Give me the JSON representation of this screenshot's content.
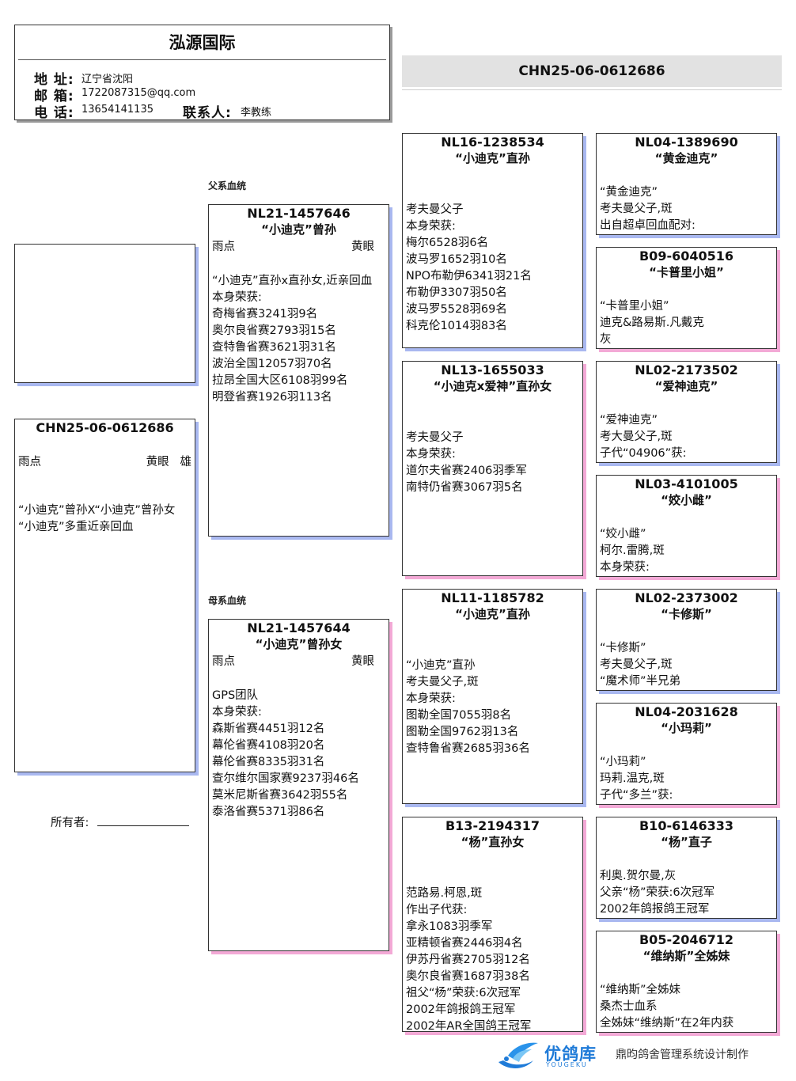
{
  "header": {
    "title": "泓源国际",
    "address_label": "地 址:",
    "address": "辽宁省沈阳",
    "email_label": "邮 箱:",
    "email": "1722087315@qq.com",
    "phone_label": "电 话:",
    "phone": "13654141135",
    "contact_label": "联系人:",
    "contact": "李教练"
  },
  "banner_id": "CHN25-06-0612686",
  "subject": {
    "ring": "CHN25-06-0612686",
    "color": "雨点",
    "eye": "黄眼",
    "sex": "雄",
    "lines": [
      "“小迪克”曾孙X“小迪克”曾孙女",
      "“小迪克”多重近亲回血"
    ]
  },
  "owner_label": "所有者:",
  "sections": {
    "sire_label": "父系血统",
    "dam_label": "母系血统"
  },
  "sire": {
    "ring": "NL21-1457646",
    "name": "“小迪克”曾孙",
    "color": "雨点",
    "eye": "黄眼",
    "lines": [
      "“小迪克”直孙x直孙女,近亲回血",
      "本身荣获:",
      "奇梅省赛3241羽9名",
      "奥尔良省赛2793羽15名",
      "查特鲁省赛3621羽31名",
      "波治全国12057羽70名",
      "拉昂全国大区6108羽99名",
      "明登省赛1926羽113名"
    ]
  },
  "dam": {
    "ring": "NL21-1457644",
    "name": "“小迪克”曾孙女",
    "color": "雨点",
    "eye": "黄眼",
    "lines": [
      "GPS团队",
      "本身荣获:",
      "森斯省赛4451羽12名",
      "幕伦省赛4108羽20名",
      "幕伦省赛8335羽31名",
      "查尔维尔国家赛9237羽46名",
      "莫米尼斯省赛3642羽55名",
      "泰洛省赛5371羽86名"
    ]
  },
  "grandparents": [
    {
      "ring": "NL16-1238534",
      "name": "“小迪克”直孙",
      "lines": [
        "考夫曼父子",
        "本身荣获:",
        "梅尔6528羽6名",
        "波马罗1652羽10名",
        "NPO布勒伊6341羽21名",
        "布勒伊3307羽50名",
        "波马罗5528羽69名",
        "科克伦1014羽83名"
      ]
    },
    {
      "ring": "NL13-1655033",
      "name": "“小迪克x爱神”直孙女",
      "lines": [
        "考夫曼父子",
        "本身荣获:",
        "道尔夫省赛2406羽季军",
        "南特仍省赛3067羽5名"
      ]
    },
    {
      "ring": "NL11-1185782",
      "name": "“小迪克”直孙",
      "lines": [
        "“小迪克”直孙",
        "考夫曼父子,斑",
        "本身荣获:",
        "图勒全国7055羽8名",
        "图勒全国9762羽13名",
        "查特鲁省赛2685羽36名"
      ]
    },
    {
      "ring": "B13-2194317",
      "name": "“杨”直孙女",
      "lines": [
        "范路易.柯恩,斑",
        "作出子代获:",
        "拿永1083羽季军",
        "亚精顿省赛2446羽4名",
        "伊苏丹省赛2705羽12名",
        "奥尔良省赛1687羽38名",
        "祖父“杨”荣获:6次冠军",
        "2002年鸽报鸽王冠军",
        "2002年AR全国鸽王冠军"
      ]
    }
  ],
  "great_grandparents": [
    {
      "ring": "NL04-1389690",
      "name": "“黄金迪克”",
      "lines": [
        "“黄金迪克”",
        "考夫曼父子,斑",
        "出自超卓回血配对:"
      ]
    },
    {
      "ring": "B09-6040516",
      "name": "“卡普里小姐”",
      "lines": [
        "“卡普里小姐”",
        "迪克&路易斯.凡戴克",
        "灰"
      ]
    },
    {
      "ring": "NL02-2173502",
      "name": "“爱神迪克”",
      "lines": [
        "“爱神迪克”",
        "考大曼父子,斑",
        "子代“04906”获:"
      ]
    },
    {
      "ring": "NL03-4101005",
      "name": "“姣小雌”",
      "lines": [
        "“姣小雌”",
        "柯尔.雷腾,斑",
        "本身荣获:"
      ]
    },
    {
      "ring": "NL02-2373002",
      "name": "“卡修斯”",
      "lines": [
        "“卡修斯”",
        "考夫曼父子,斑",
        "“魔术师”半兄弟"
      ]
    },
    {
      "ring": "NL04-2031628",
      "name": "“小玛莉”",
      "lines": [
        "“小玛莉”",
        "玛莉.温克,斑",
        "子代“多兰”获:"
      ]
    },
    {
      "ring": "B10-6146333",
      "name": "“杨”直子",
      "lines": [
        "利奥.贺尔曼,灰",
        "父亲“杨”荣获:6次冠军",
        "2002年鸽报鸽王冠军"
      ]
    },
    {
      "ring": "B05-2046712",
      "name": "“维纳斯”全姊妹",
      "lines": [
        "“维纳斯”全姊妹",
        "桑杰士血系",
        "全姊妹“维纳斯”在2年内获"
      ]
    }
  ],
  "footer": {
    "logo_text": "优鸽库",
    "logo_sub": "YOUGEKU",
    "credit": "鼎昀鸽舍管理系统设计制作"
  }
}
